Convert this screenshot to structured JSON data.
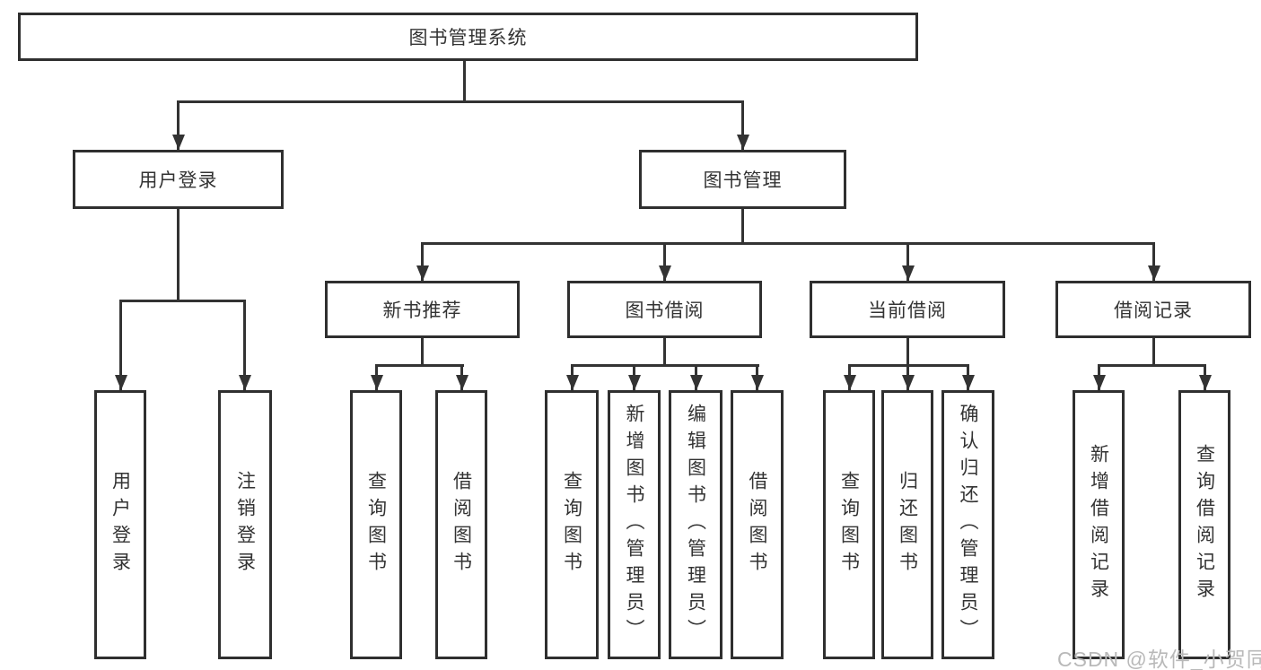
{
  "diagram": {
    "title": "图书管理系统",
    "level2": {
      "user_login": "用户登录",
      "book_mgmt": "图书管理"
    },
    "level3": {
      "new_book": "新书推荐",
      "book_borrow": "图书借阅",
      "current_borrow": "当前借阅",
      "borrow_record": "借阅记录"
    },
    "leaves": {
      "login": "用户登录",
      "logout": "注销登录",
      "nb_query": "查询图书",
      "nb_borrow": "借阅图书",
      "bb_query": "查询图书",
      "bb_add_admin": "新增图书（管理员）",
      "bb_edit_admin": "编辑图书（管理员）",
      "bb_borrow": "借阅图书",
      "cb_query": "查询图书",
      "cb_return": "归还图书",
      "cb_confirm_admin": "确认归还（管理员）",
      "br_add_record": "新增借阅记录",
      "br_query_record": "查询借阅记录"
    },
    "watermark": "CSDN @软件_小贺同学",
    "colors": {
      "line": "#333333",
      "box_border": "#2f2f2f",
      "background": "#ffffff",
      "watermark": "#b9b9b9"
    }
  }
}
